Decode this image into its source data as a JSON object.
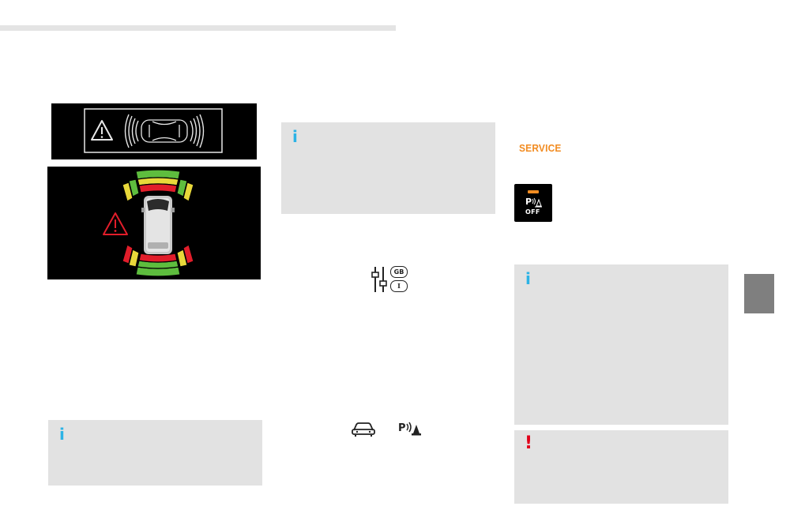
{
  "icons": {
    "info": "i",
    "warning": "!"
  },
  "service_label": "SERVICE",
  "poff_button": {
    "p_label": "P",
    "off_label": "OFF"
  },
  "controls_icon": {
    "top_label": "GB",
    "bottom_label": "I"
  },
  "colors": {
    "info_blue": "#2cb3e6",
    "warning_red": "#e2001a",
    "service_orange": "#f28c22",
    "sensor_green": "#5ebd3e",
    "sensor_yellow": "#e8d83a",
    "sensor_red": "#e11d2a",
    "box_gray": "#e2e2e2",
    "tab_gray": "#7f7f7f"
  }
}
